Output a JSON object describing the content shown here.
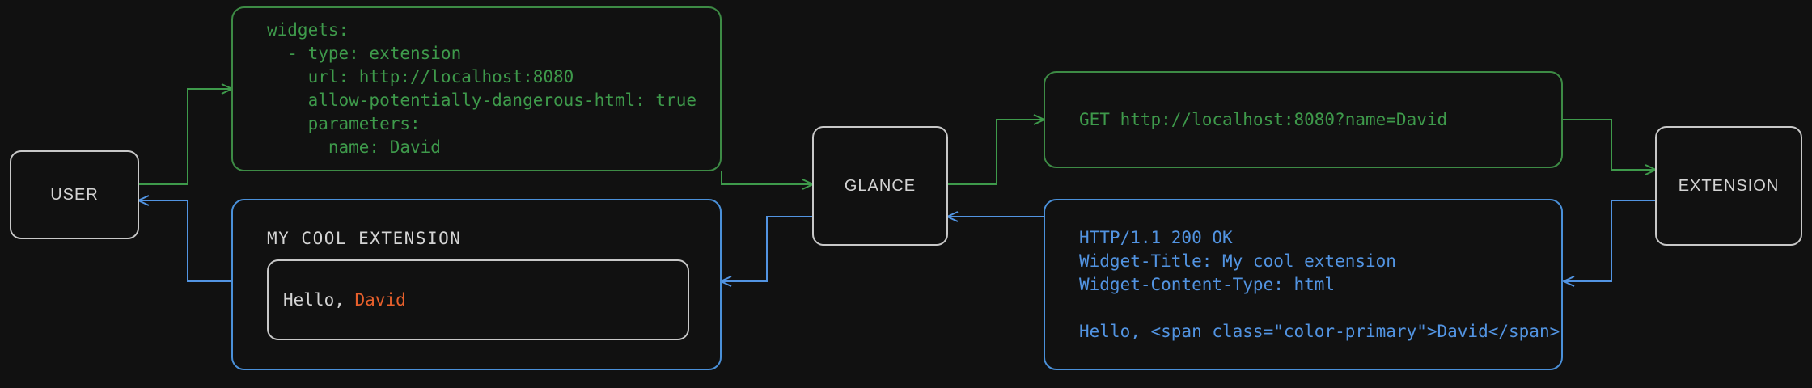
{
  "diagram": {
    "type": "sequence-flow",
    "background_color": "#111111",
    "colors": {
      "request_flow": "#3e9a4b",
      "response_flow": "#5294e2",
      "node_border": "#c8c8c8",
      "node_label": "#d4d4d4",
      "accent_primary": "#e8602c"
    },
    "nodes": [
      {
        "id": "user",
        "label": "USER"
      },
      {
        "id": "glance",
        "label": "GLANCE"
      },
      {
        "id": "extension",
        "label": "EXTENSION"
      }
    ],
    "edges": [
      {
        "from": "user",
        "to": "config-yaml",
        "color": "#3e9a4b",
        "direction": "right"
      },
      {
        "from": "config-yaml",
        "to": "glance",
        "color": "#3e9a4b",
        "direction": "right"
      },
      {
        "from": "glance",
        "to": "http-request",
        "color": "#3e9a4b",
        "direction": "right"
      },
      {
        "from": "http-request",
        "to": "extension",
        "color": "#3e9a4b",
        "direction": "right"
      },
      {
        "from": "extension",
        "to": "http-response",
        "color": "#5294e2",
        "direction": "left"
      },
      {
        "from": "http-response",
        "to": "glance",
        "color": "#5294e2",
        "direction": "left"
      },
      {
        "from": "glance",
        "to": "widget-preview",
        "color": "#5294e2",
        "direction": "left"
      },
      {
        "from": "widget-preview",
        "to": "user",
        "color": "#5294e2",
        "direction": "left"
      }
    ]
  },
  "config_yaml": {
    "lines": [
      "widgets:",
      "  - type: extension",
      "    url: http://localhost:8080",
      "    allow-potentially-dangerous-html: true",
      "    parameters:",
      "      name: David"
    ],
    "text": "widgets:\n  - type: extension\n    url: http://localhost:8080\n    allow-potentially-dangerous-html: true\n    parameters:\n      name: David"
  },
  "http_request": {
    "method": "GET",
    "url": "http://localhost:8080?name=David",
    "text": "GET http://localhost:8080?name=David"
  },
  "http_response": {
    "status_line": "HTTP/1.1 200 OK",
    "headers": [
      "Widget-Title: My cool extension",
      "Widget-Content-Type: html"
    ],
    "body": "Hello, <span class=\"color-primary\">David</span>",
    "text": "HTTP/1.1 200 OK\nWidget-Title: My cool extension\nWidget-Content-Type: html\n\nHello, <span class=\"color-primary\">David</span>"
  },
  "widget_preview": {
    "title": "MY COOL EXTENSION",
    "greeting_prefix": "Hello, ",
    "greeting_name": "David"
  }
}
